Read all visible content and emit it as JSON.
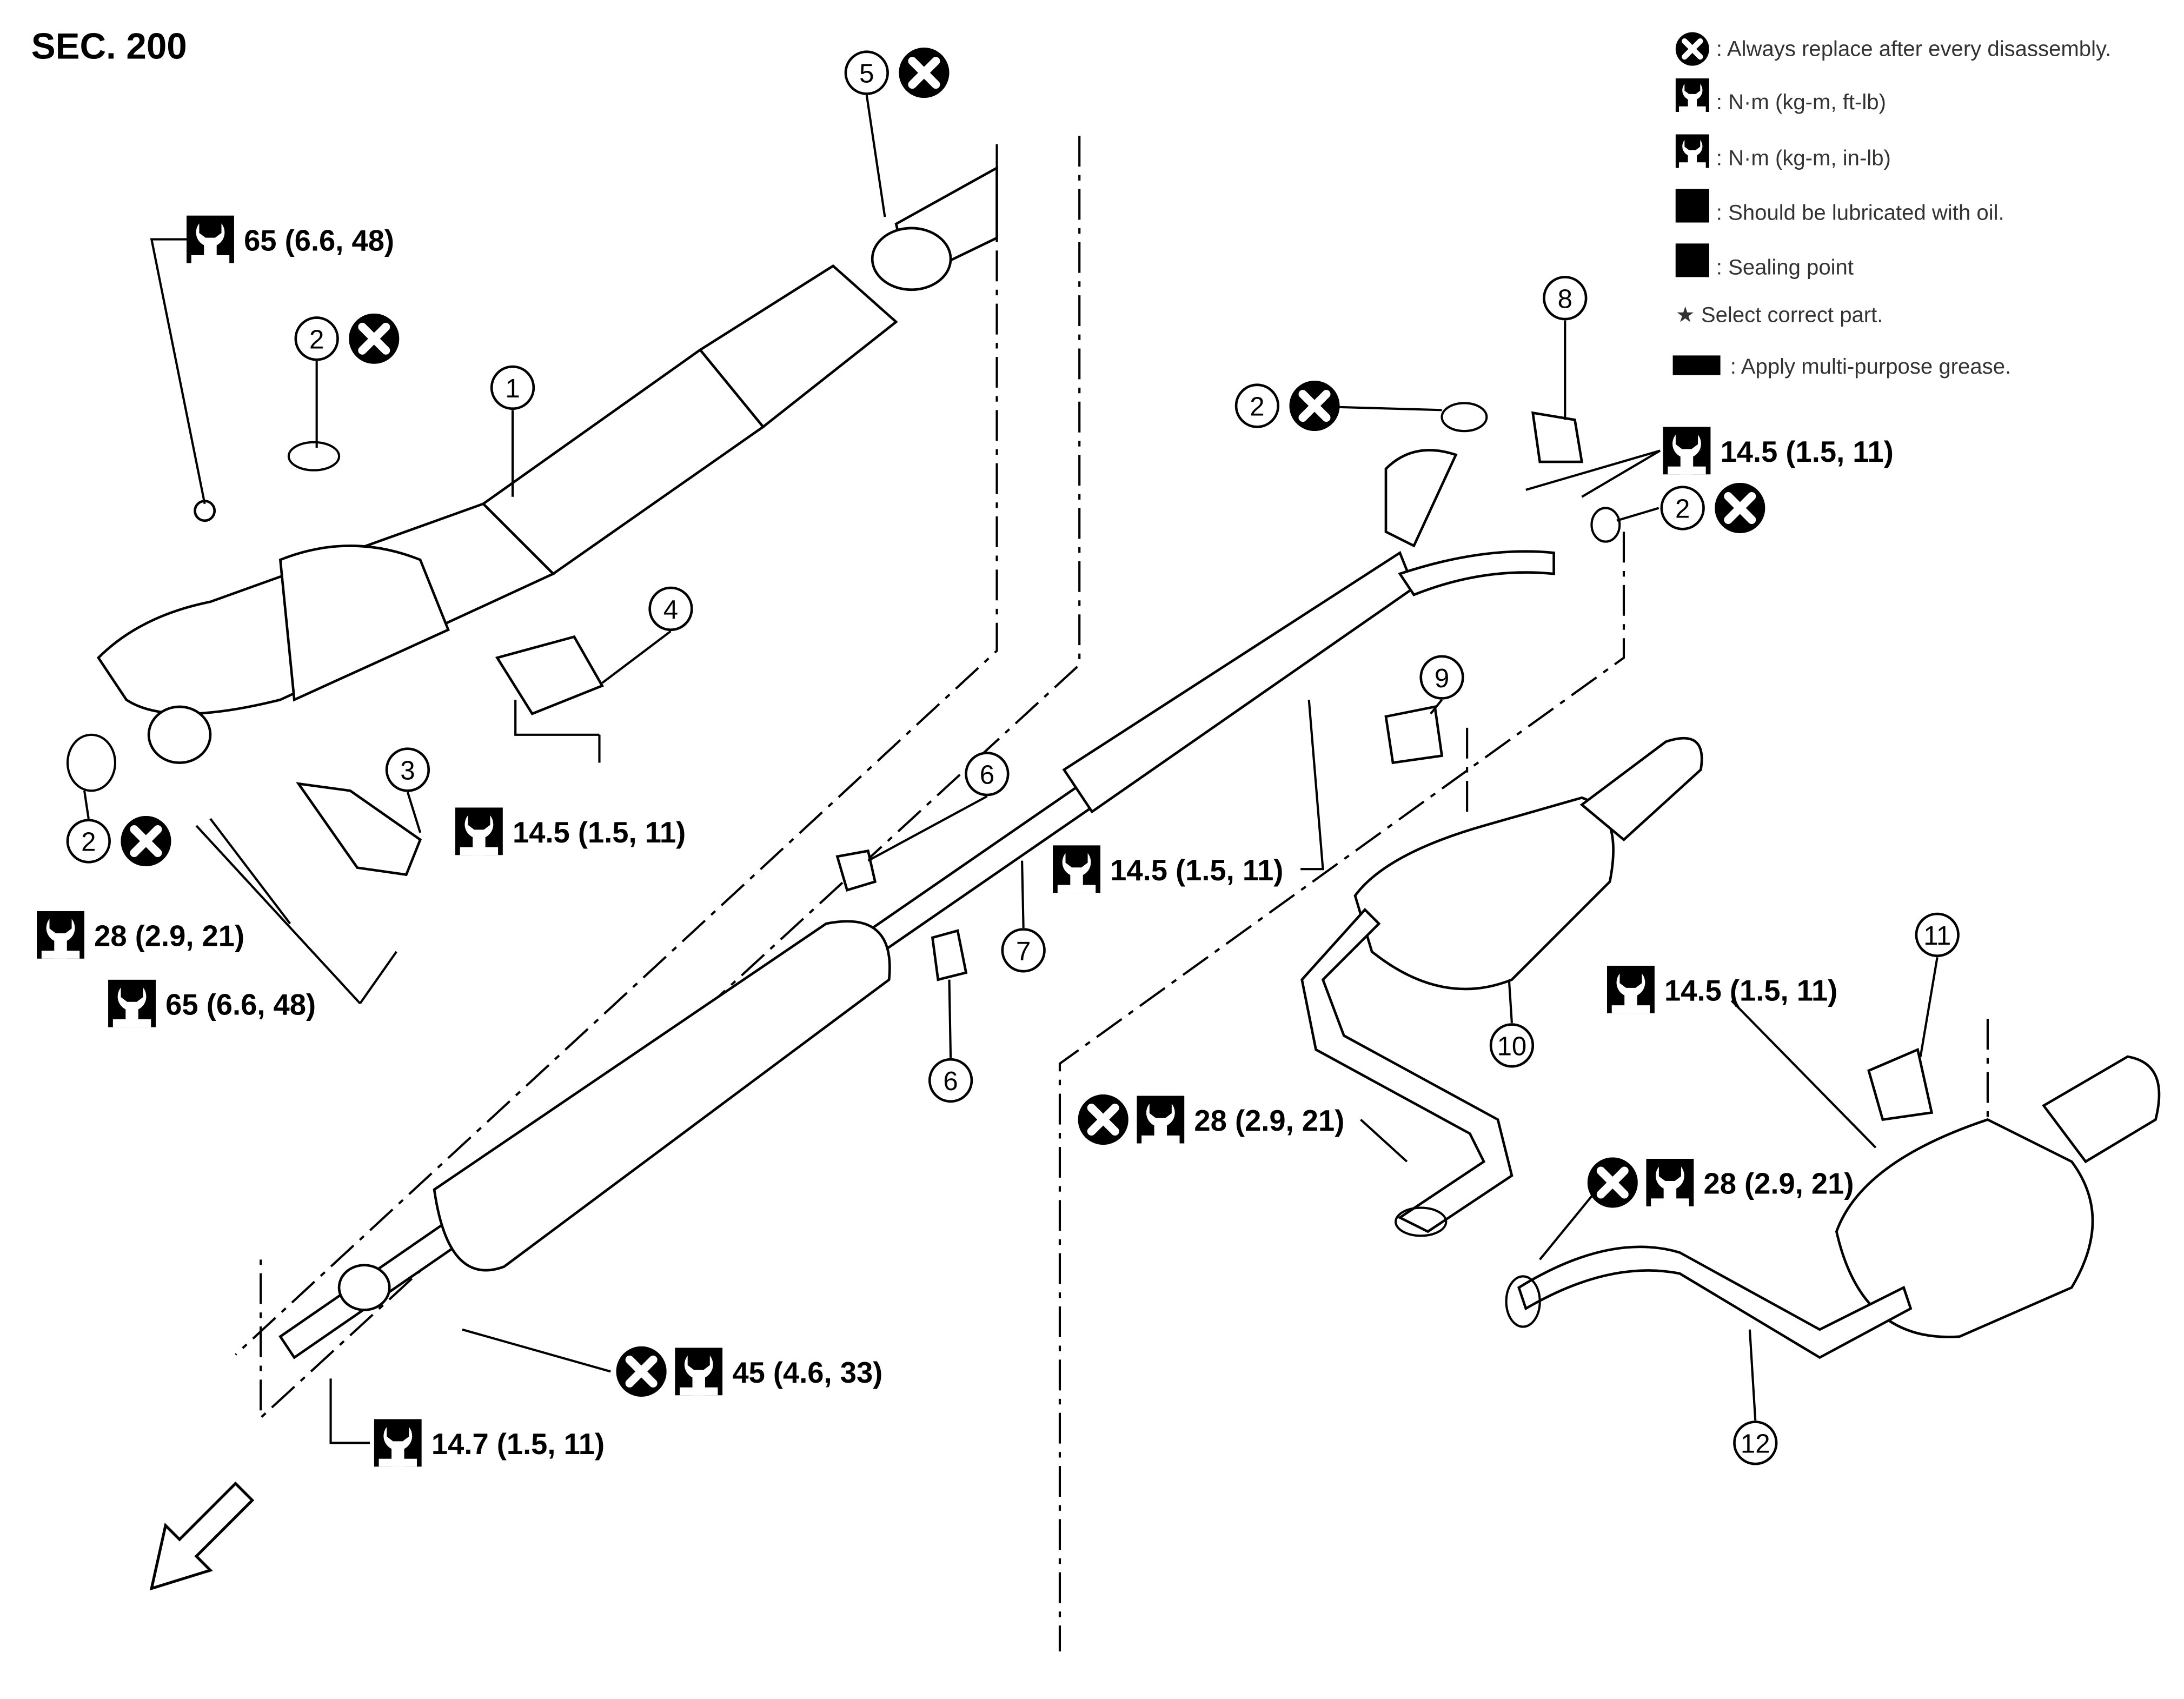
{
  "section_label": "SEC. 200",
  "legend": [
    {
      "icon": "always-replace-icon",
      "text": ": Always replace after every disassembly."
    },
    {
      "icon": "torque-wrench-ft-lb-icon",
      "text": ": N·m (kg-m, ft-lb)"
    },
    {
      "icon": "torque-wrench-in-lb-icon",
      "text": ": N·m (kg-m, in-lb)"
    },
    {
      "icon": "oil-can-icon",
      "text": ": Should be lubricated with oil."
    },
    {
      "icon": "sealing-point-icon",
      "text": ": Sealing point"
    },
    {
      "icon": "star-icon",
      "text": "★ Select correct part."
    },
    {
      "icon": "grease-icon",
      "text": ": Apply multi-purpose grease."
    }
  ],
  "part_callouts": [
    {
      "number": "1",
      "replace": false
    },
    {
      "number": "2",
      "replace": true
    },
    {
      "number": "2",
      "replace": true
    },
    {
      "number": "2",
      "replace": true
    },
    {
      "number": "2",
      "replace": true
    },
    {
      "number": "3",
      "replace": false
    },
    {
      "number": "4",
      "replace": false
    },
    {
      "number": "5",
      "replace": true
    },
    {
      "number": "6",
      "replace": false
    },
    {
      "number": "6",
      "replace": false
    },
    {
      "number": "7",
      "replace": false
    },
    {
      "number": "8",
      "replace": false
    },
    {
      "number": "9",
      "replace": false
    },
    {
      "number": "10",
      "replace": false
    },
    {
      "number": "11",
      "replace": false
    },
    {
      "number": "12",
      "replace": false
    }
  ],
  "torque_labels": [
    {
      "value": "65 (6.6, 48)",
      "replace": false
    },
    {
      "value": "14.5 (1.5, 11)",
      "replace": false
    },
    {
      "value": "28 (2.9, 21)",
      "replace": false
    },
    {
      "value": "65 (6.6, 48)",
      "replace": false
    },
    {
      "value": "14.5 (1.5, 11)",
      "replace": false
    },
    {
      "value": "14.5 (1.5, 11)",
      "replace": false
    },
    {
      "value": "14.5 (1.5, 11)",
      "replace": false
    },
    {
      "value": "28 (2.9, 21)",
      "replace": true
    },
    {
      "value": "28 (2.9, 21)",
      "replace": true
    },
    {
      "value": "45 (4.6, 33)",
      "replace": true
    },
    {
      "value": "14.7 (1.5, 11)",
      "replace": false
    }
  ]
}
